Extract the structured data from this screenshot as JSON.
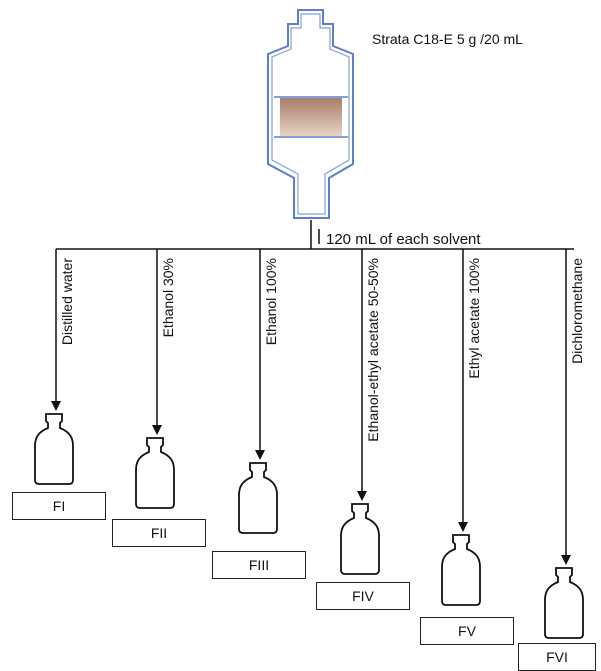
{
  "column": {
    "name": "Strata C18-E 5 g /20 mL",
    "colors": {
      "outline": "#5b7fd0",
      "packing_top": "#a77e6a",
      "packing_bottom": "#e9d3c6"
    }
  },
  "solvent_note": "120 mL of each solvent",
  "branches": [
    {
      "solvent": "Distilled water",
      "fraction": "FI"
    },
    {
      "solvent": "Ethanol 30%",
      "fraction": "FII"
    },
    {
      "solvent": "Ethanol 100%",
      "fraction": "FIII"
    },
    {
      "solvent": "Ethanol-ethyl acetate 50-50%",
      "fraction": "FIV"
    },
    {
      "solvent": "Ethyl acetate 100%",
      "fraction": "FV"
    },
    {
      "solvent": "Dichloromethane",
      "fraction": "FVI"
    }
  ]
}
